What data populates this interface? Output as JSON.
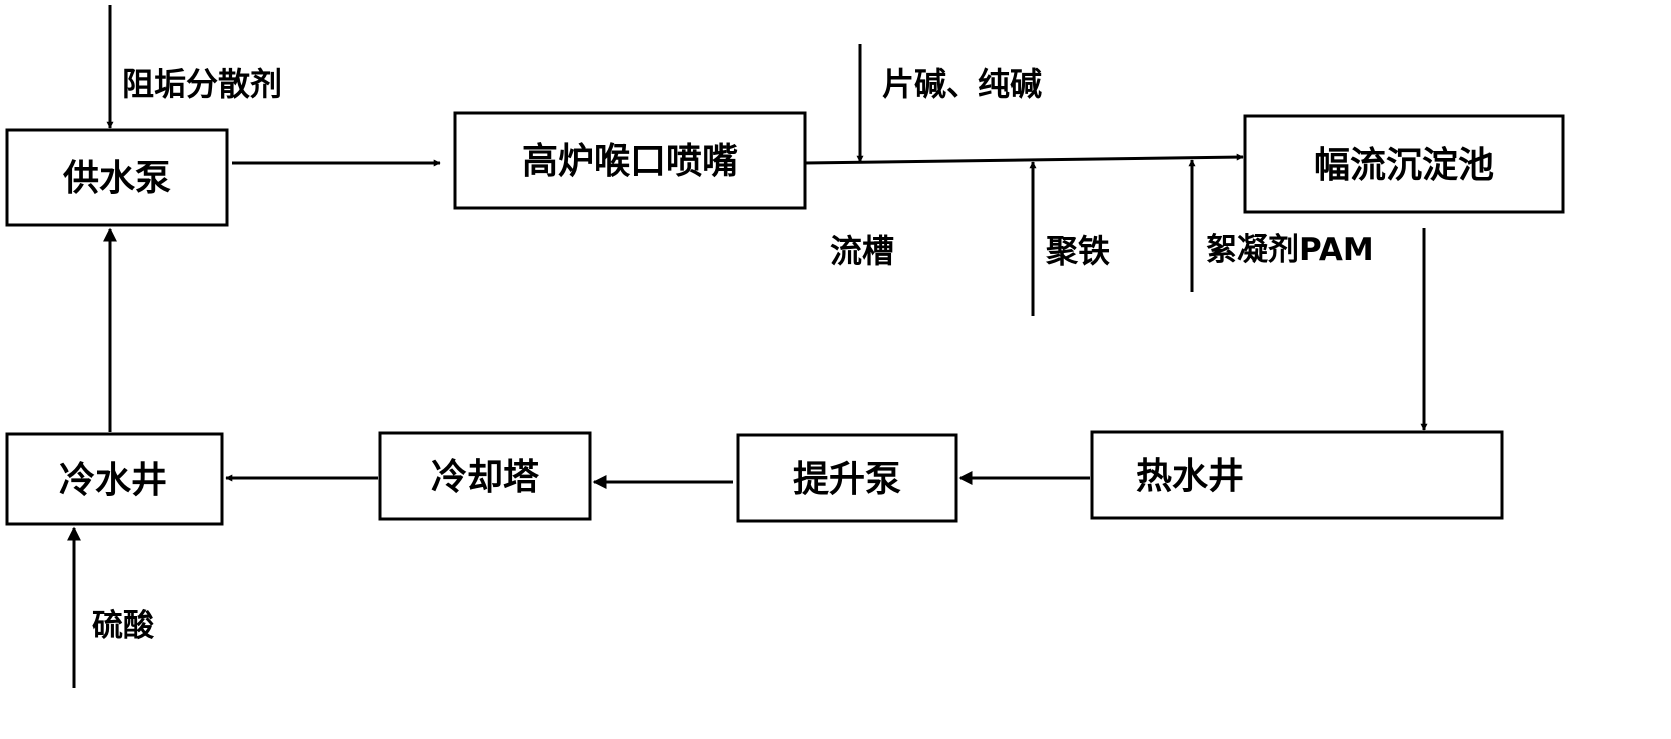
{
  "nodes": {
    "supply_pump": "供水泵",
    "nozzle": "高炉喉口喷嘴",
    "radial_settling_tank": "幅流沉淀池",
    "hot_well": "热水井",
    "lift_pump": "提升泵",
    "cooling_tower": "冷却塔",
    "cold_well": "冷水井"
  },
  "labels": {
    "scale_dispersant": "阻垢分散剂",
    "caustic_soda_ash": "片碱、纯碱",
    "launder": "流槽",
    "polyferric": "聚铁",
    "flocculant_pam": "絮凝剂PAM",
    "sulfuric_acid": "硫酸"
  }
}
